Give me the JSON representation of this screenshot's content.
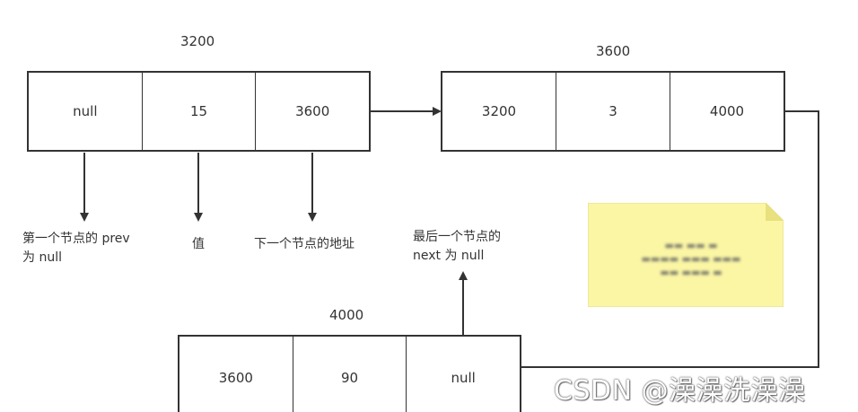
{
  "nodes": [
    {
      "address": "3200",
      "cells": [
        "null",
        "15",
        "3600"
      ]
    },
    {
      "address": "3600",
      "cells": [
        "3200",
        "3",
        "4000"
      ]
    },
    {
      "address": "4000",
      "cells": [
        "3600",
        "90",
        "null"
      ]
    }
  ],
  "labels": {
    "first_prev_line1": "第一个节点的 prev",
    "first_prev_line2": "为 null",
    "value": "值",
    "next_address": "下一个节点的地址",
    "last_next_line1": "最后一个节点的",
    "last_next_line2": "next 为 null"
  },
  "watermark": "CSDN @澡澡洗澡澡",
  "colors": {
    "line": "#333333",
    "note_fill": "#fbf6a4",
    "note_fold": "#e9e07e"
  }
}
